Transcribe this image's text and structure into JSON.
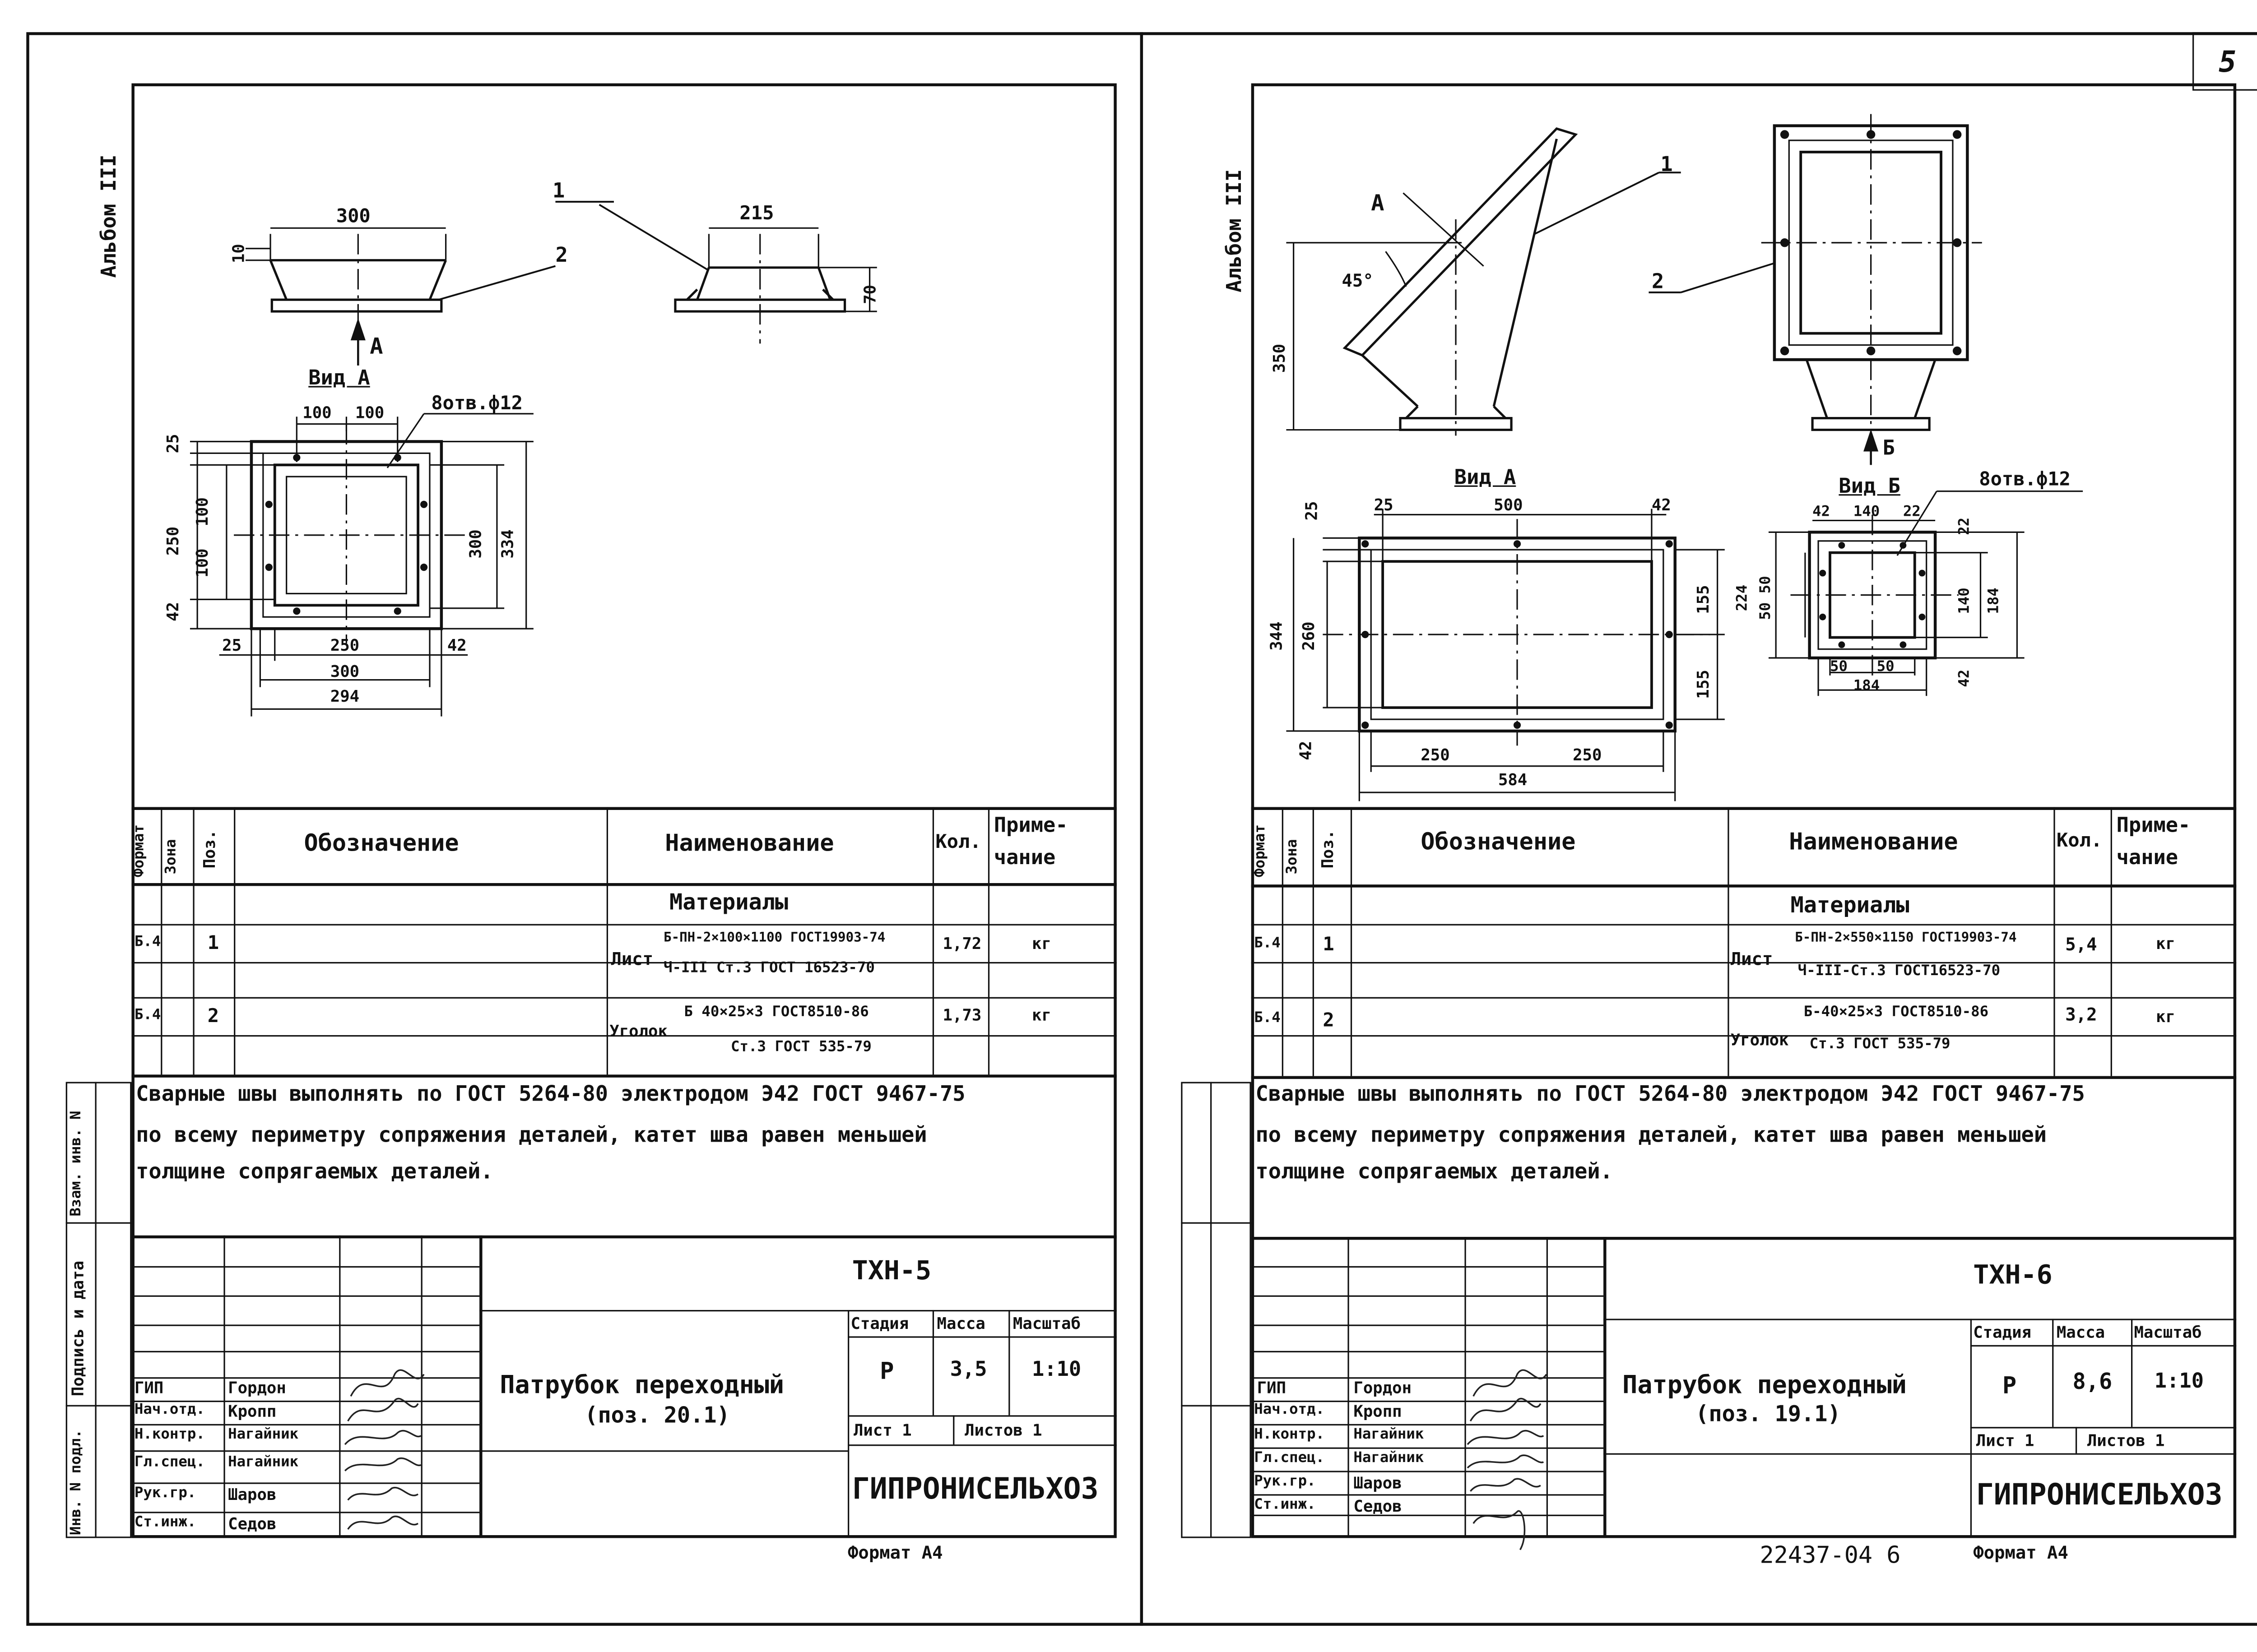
{
  "page_number": "5",
  "album_label": "Альбом III",
  "sheets": [
    {
      "id": "left",
      "designation": "ТХН-5",
      "title_line1": "Патрубок переходный",
      "title_line2": "(поз. 20.1)",
      "stage": "Р",
      "mass": "3,5",
      "scale": "1:10",
      "sheet_label": "Лист 1",
      "sheets_label": "Листов 1",
      "organization": "ГИПРОНИСЕЛЬХОЗ",
      "format_label": "Формат А4",
      "view_label": "Вид А",
      "arrow_label": "А",
      "holes_note": "8отв.ф12",
      "part_labels": [
        "1",
        "2"
      ],
      "dims": {
        "d300": "300",
        "d10": "10",
        "d215": "215",
        "d70": "70",
        "d100a": "100",
        "d100b": "100",
        "d25": "25",
        "d250v": "250",
        "d100v1": "100",
        "d100v2": "100",
        "d42": "42",
        "d300v": "300",
        "d334": "334",
        "d25h": "25",
        "d250h": "250",
        "d42h": "42",
        "d300h": "300",
        "d294": "294"
      },
      "spec": {
        "headers": {
          "format": "Формат",
          "zone": "Зона",
          "pos": "Поз.",
          "designation": "Обозначение",
          "name": "Наименование",
          "qty": "Кол.",
          "note1": "Приме-",
          "note2": "чание"
        },
        "section": "Материалы",
        "rows": [
          {
            "format": "Б.4",
            "pos": "1",
            "kind": "Лист",
            "line1": "Б-ПН-2×100×1100 ГОСТ19903-74",
            "line2": "Ч-III Ст.3 ГОСТ 16523-70",
            "qty": "1,72",
            "note": "кг"
          },
          {
            "format": "Б.4",
            "pos": "2",
            "kind": "Уголок",
            "line1": "Б 40×25×3 ГОСТ8510-86",
            "line2": "Ст.3 ГОСТ 535-79",
            "qty": "1,73",
            "note": "кг"
          }
        ]
      },
      "notes": [
        "Сварные швы выполнять по ГОСТ 5264-80 электродом Э42 ГОСТ 9467-75",
        "по всему периметру сопряжения деталей, катет шва равен меньшей",
        "толщине сопрягаемых деталей."
      ],
      "side_labels": [
        "Взам. инв. N",
        "Подпись и дата",
        "Инв. N подл."
      ],
      "staff": [
        {
          "role": "ГИП",
          "name": "Гордон"
        },
        {
          "role": "Нач.отд.",
          "name": "Кропп"
        },
        {
          "role": "Н.контр.",
          "name": "Нагайник"
        },
        {
          "role": "Гл.спец.",
          "name": "Нагайник"
        },
        {
          "role": "Рук.гр.",
          "name": "Шаров"
        },
        {
          "role": "Ст.инж.",
          "name": "Седов"
        }
      ],
      "stage_headers": {
        "stage": "Стадия",
        "mass": "Масса",
        "scale": "Масштаб"
      }
    },
    {
      "id": "right",
      "designation": "ТХН-6",
      "title_line1": "Патрубок переходный",
      "title_line2": "(поз. 19.1)",
      "stage": "Р",
      "mass": "8,6",
      "scale": "1:10",
      "sheet_label": "Лист 1",
      "sheets_label": "Листов 1",
      "organization": "ГИПРОНИСЕЛЬХОЗ",
      "format_label": "Формат А4",
      "view_a_label": "Вид А",
      "view_b_label": "Вид Б",
      "arrow_a": "А",
      "arrow_b": "Б",
      "angle": "45°",
      "holes_note": "8отв.ф12",
      "part_labels": [
        "1",
        "2"
      ],
      "dims": {
        "d350": "350",
        "d25": "25",
        "d500": "500",
        "d42": "42",
        "d25v": "25",
        "d344": "344",
        "d260": "260",
        "d42v": "42",
        "d155a": "155",
        "d155b": "155",
        "d250a": "250",
        "d250b": "250",
        "d584": "584",
        "b42": "42",
        "b140": "140",
        "b22": "22",
        "b22v": "22",
        "b224": "224",
        "b5050": "50 50",
        "b140v": "140",
        "b184v": "184",
        "b42v": "42",
        "b50a": "50",
        "b50b": "50",
        "b184": "184"
      },
      "spec": {
        "headers": {
          "format": "Формат",
          "zone": "Зона",
          "pos": "Поз.",
          "designation": "Обозначение",
          "name": "Наименование",
          "qty": "Кол.",
          "note1": "Приме-",
          "note2": "чание"
        },
        "section": "Материалы",
        "rows": [
          {
            "format": "Б.4",
            "pos": "1",
            "kind": "Лист",
            "line1": "Б-ПН-2×550×1150 ГОСТ19903-74",
            "line2": "Ч-III-Ст.3 ГОСТ16523-70",
            "qty": "5,4",
            "note": "кг"
          },
          {
            "format": "Б.4",
            "pos": "2",
            "kind": "Уголок",
            "line1": "Б-40×25×3 ГОСТ8510-86",
            "line2": "Ст.3 ГОСТ 535-79",
            "qty": "3,2",
            "note": "кг"
          }
        ]
      },
      "notes": [
        "Сварные швы выполнять по ГОСТ 5264-80 электродом Э42 ГОСТ 9467-75",
        "по всему периметру сопряжения деталей, катет шва равен меньшей",
        "толщине сопрягаемых деталей."
      ],
      "staff": [
        {
          "role": "ГИП",
          "name": "Гордон"
        },
        {
          "role": "Нач.отд.",
          "name": "Кропп"
        },
        {
          "role": "Н.контр.",
          "name": "Нагайник"
        },
        {
          "role": "Гл.спец.",
          "name": "Нагайник"
        },
        {
          "role": "Рук.гр.",
          "name": "Шаров"
        },
        {
          "role": "Ст.инж.",
          "name": "Седов"
        }
      ],
      "stage_headers": {
        "stage": "Стадия",
        "mass": "Масса",
        "scale": "Масштаб"
      }
    }
  ],
  "bottom_code": "22437-04 6"
}
